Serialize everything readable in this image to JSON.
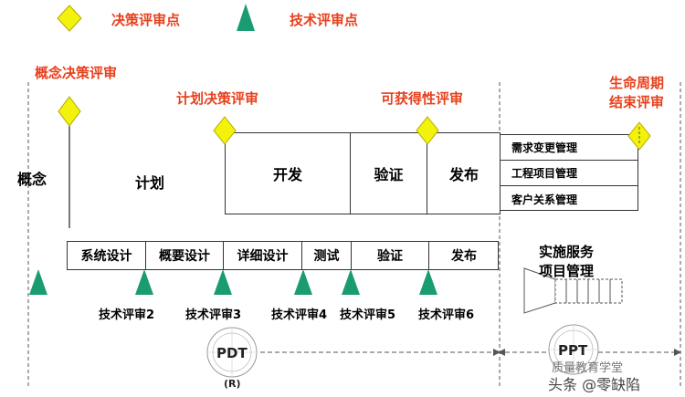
{
  "legend": {
    "decision": "决策评审点",
    "tech": "技术评审点"
  },
  "reviews": {
    "concept_decision": "概念决策评审",
    "plan_decision": "计划决策评审",
    "obtainable_review": "可获得性评审",
    "lifecycle_end": [
      "生命周期",
      "结束评审"
    ]
  },
  "upper_phases": {
    "concept": "概念",
    "plan": "计划",
    "develop": "开发",
    "verify": "验证",
    "release": "发布"
  },
  "management": [
    "需求变更管理",
    "工程项目管理",
    "客户关系管理"
  ],
  "lower_phases": [
    "系统设计",
    "概要设计",
    "详细设计",
    "测试",
    "验证",
    "发布"
  ],
  "tech_reviews": [
    "技术评审2",
    "技术评审3",
    "技术评审4",
    "技术评审5",
    "技术评审6"
  ],
  "implementation": [
    "实施服务",
    "项目管理"
  ],
  "footer": {
    "pdt": "PDT",
    "pdt_sub": "(R)",
    "ppt": "PPT",
    "watermark_top": "质量教育学堂",
    "watermark_bottom": "头条 @零缺陷"
  },
  "colors": {
    "diamond": "#f2f20a",
    "triangle": "#1a9b72",
    "review_text": "#e8401c"
  }
}
